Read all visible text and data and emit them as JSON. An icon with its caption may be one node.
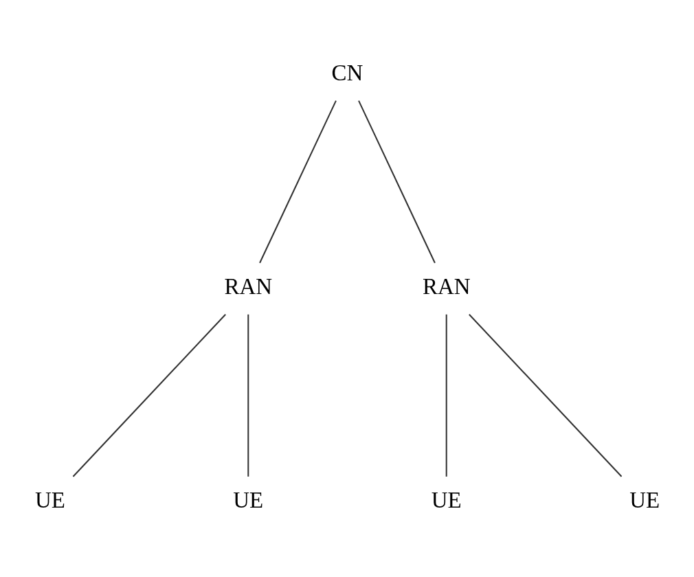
{
  "diagram": {
    "nodes": [
      {
        "text": [
          "CN"
        ]
      },
      {
        "text": [
          "RAN"
        ]
      },
      {
        "text": [
          "RAN"
        ]
      },
      {
        "text": [
          "UE"
        ]
      },
      {
        "text": [
          "UE"
        ]
      },
      {
        "text": [
          "UE"
        ]
      },
      {
        "text": [
          "UE"
        ]
      }
    ],
    "edges": [
      {
        "from": 0,
        "to": 1,
        "arrow": "none"
      },
      {
        "from": 0,
        "to": 2,
        "arrow": "none"
      },
      {
        "from": 1,
        "to": 3,
        "arrow": "none"
      },
      {
        "from": 1,
        "to": 4,
        "arrow": "none"
      },
      {
        "from": 2,
        "to": 5,
        "arrow": "none"
      },
      {
        "from": 2,
        "to": 6,
        "arrow": "none"
      }
    ]
  }
}
